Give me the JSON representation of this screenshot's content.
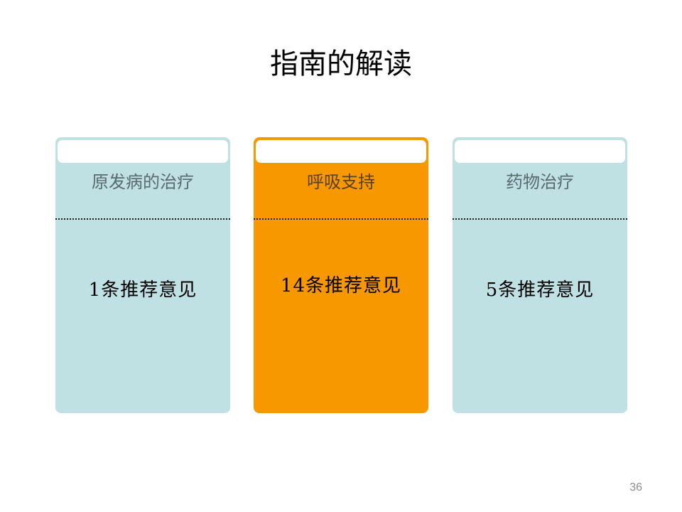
{
  "slide": {
    "title": "指南的解读",
    "page_number": "36"
  },
  "cards": [
    {
      "heading": "原发病的治疗",
      "body": "1条推荐意见",
      "background_color": "#bfe1e3",
      "heading_color": "#5a6a6e"
    },
    {
      "heading": "呼吸支持",
      "body": "14条推荐意见",
      "background_color": "#f79800",
      "heading_color": "#5a4020"
    },
    {
      "heading": "药物治疗",
      "body": "5条推荐意见",
      "background_color": "#bfe1e3",
      "heading_color": "#5a6a6e"
    }
  ]
}
